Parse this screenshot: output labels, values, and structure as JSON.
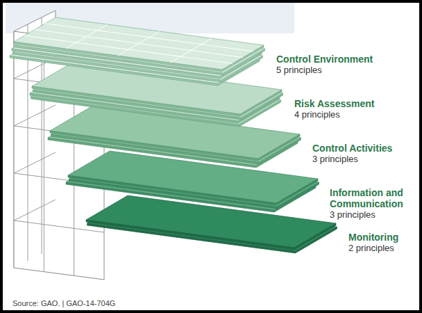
{
  "diagram": {
    "caption": "Source: GAO. | GAO-14-704G",
    "labels": [
      "Control Environment",
      "5 principles",
      "Risk Assessment",
      "4 principles",
      "Control Activities",
      "3 principles",
      "Information and Communication",
      "3 principles",
      "Monitoring",
      "2 principles"
    ]
  }
}
